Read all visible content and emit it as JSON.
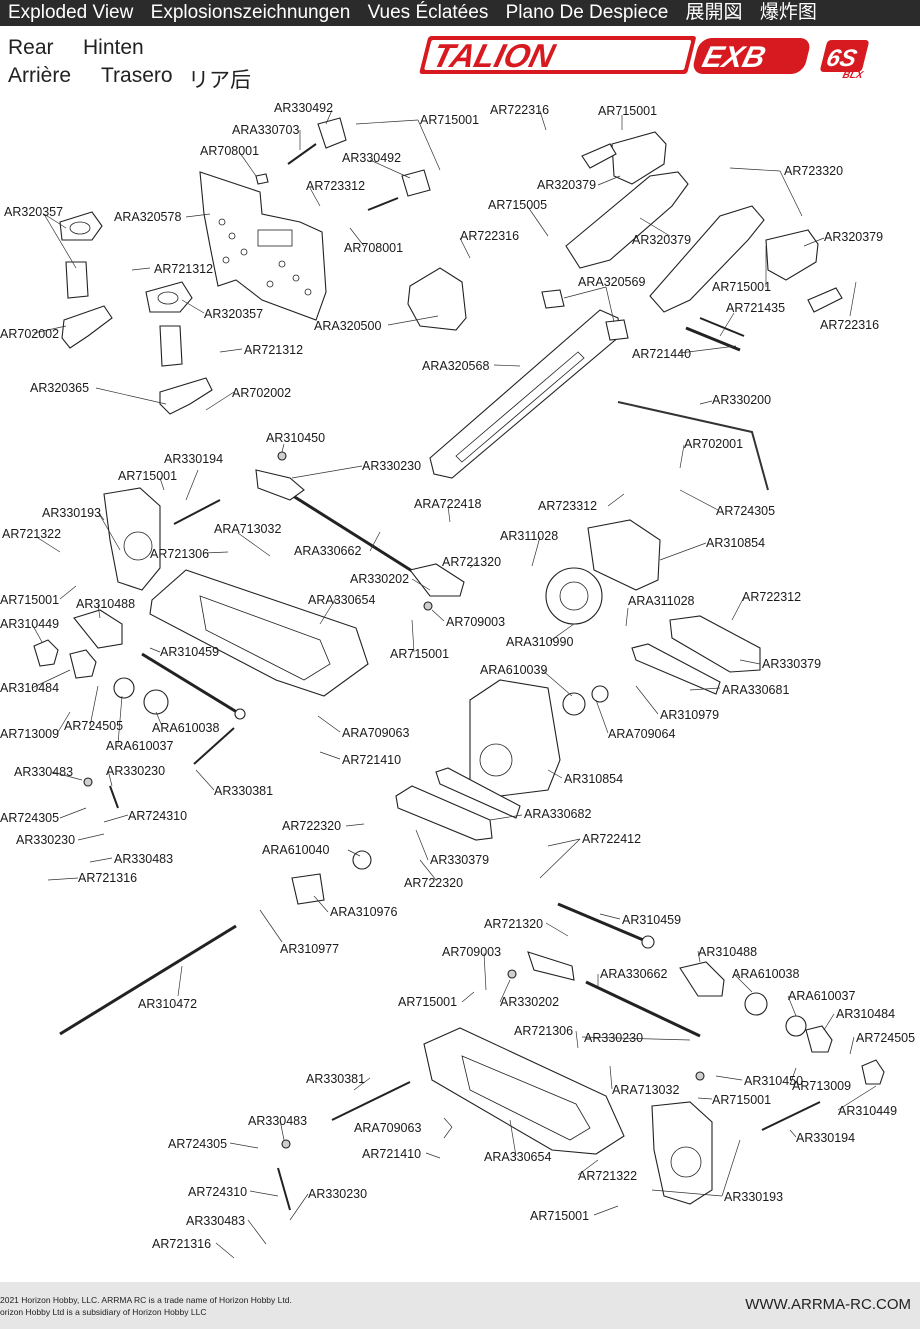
{
  "header": {
    "titles": [
      "Exploded View",
      "Explosionszeichnungen",
      "Vues Éclatées",
      "Plano De Despiece",
      "展開図",
      "爆炸图"
    ]
  },
  "section": {
    "en": "Rear",
    "de": "Hinten",
    "fr": "Arrière",
    "es": "Trasero",
    "jp_cn": "リア后"
  },
  "logo": {
    "name": "TALION",
    "model": "EXB",
    "badge": "6S",
    "badge_sub": "BLX"
  },
  "colors": {
    "brand_red": "#d71920",
    "header_bg": "#2b2b2b",
    "footer_bg": "#e6e6e6"
  },
  "callouts": [
    "AR330492",
    "ARA330703",
    "AR708001",
    "AR715001",
    "AR330492",
    "AR723312",
    "AR708001",
    "AR722316",
    "AR715001",
    "AR320379",
    "AR723320",
    "AR715005",
    "AR320379",
    "AR722316",
    "AR320379",
    "AR715001",
    "AR722316",
    "AR320357",
    "ARA320578",
    "AR721312",
    "AR320357",
    "AR702002",
    "AR721312",
    "AR320365",
    "AR702002",
    "ARA320500",
    "ARA320569",
    "AR721435",
    "AR721440",
    "ARA320568",
    "AR330200",
    "AR310450",
    "AR702001",
    "AR330230",
    "ARA722418",
    "AR723312",
    "AR724305",
    "AR330194",
    "AR715001",
    "AR330193",
    "AR721322",
    "ARA713032",
    "AR721306",
    "ARA330662",
    "AR311028",
    "AR310854",
    "AR721320",
    "AR330202",
    "AR715001",
    "AR310488",
    "ARA330654",
    "AR709003",
    "ARA311028",
    "AR722312",
    "AR310449",
    "AR715001",
    "ARA310990",
    "AR310459",
    "AR330379",
    "ARA610039",
    "ARA330681",
    "AR310484",
    "AR724505",
    "ARA610038",
    "AR713009",
    "ARA610037",
    "AR310979",
    "ARA709063",
    "ARA709064",
    "AR721410",
    "AR330483",
    "AR330230",
    "AR310854",
    "AR330381",
    "AR724305",
    "AR724310",
    "ARA330682",
    "AR722320",
    "AR330230",
    "AR722412",
    "AR330483",
    "ARA610040",
    "AR330379",
    "AR721316",
    "AR722320",
    "ARA310976",
    "AR310977",
    "AR721320",
    "AR310459",
    "AR310472",
    "AR709003",
    "AR310488",
    "ARA330662",
    "ARA610038",
    "AR715001",
    "AR330202",
    "ARA610037",
    "AR721306",
    "AR310484",
    "AR330230",
    "AR724505",
    "AR713009",
    "ARA713032",
    "AR310450",
    "AR330381",
    "AR715001",
    "AR310449",
    "ARA709063",
    "AR330194",
    "AR330483",
    "AR724305",
    "AR721410",
    "ARA330654",
    "AR721322",
    "AR330193",
    "AR724310",
    "AR330230",
    "AR330483",
    "AR715001",
    "AR721316"
  ],
  "footer": {
    "copyright": "2021 Horizon Hobby, LLC. ARRMA RC is a trade name of Horizon Hobby Ltd.",
    "subsidiary": "orizon Hobby Ltd is a subsidiary of Horizon Hobby LLC",
    "url": "WWW.ARRMA-RC.COM"
  }
}
